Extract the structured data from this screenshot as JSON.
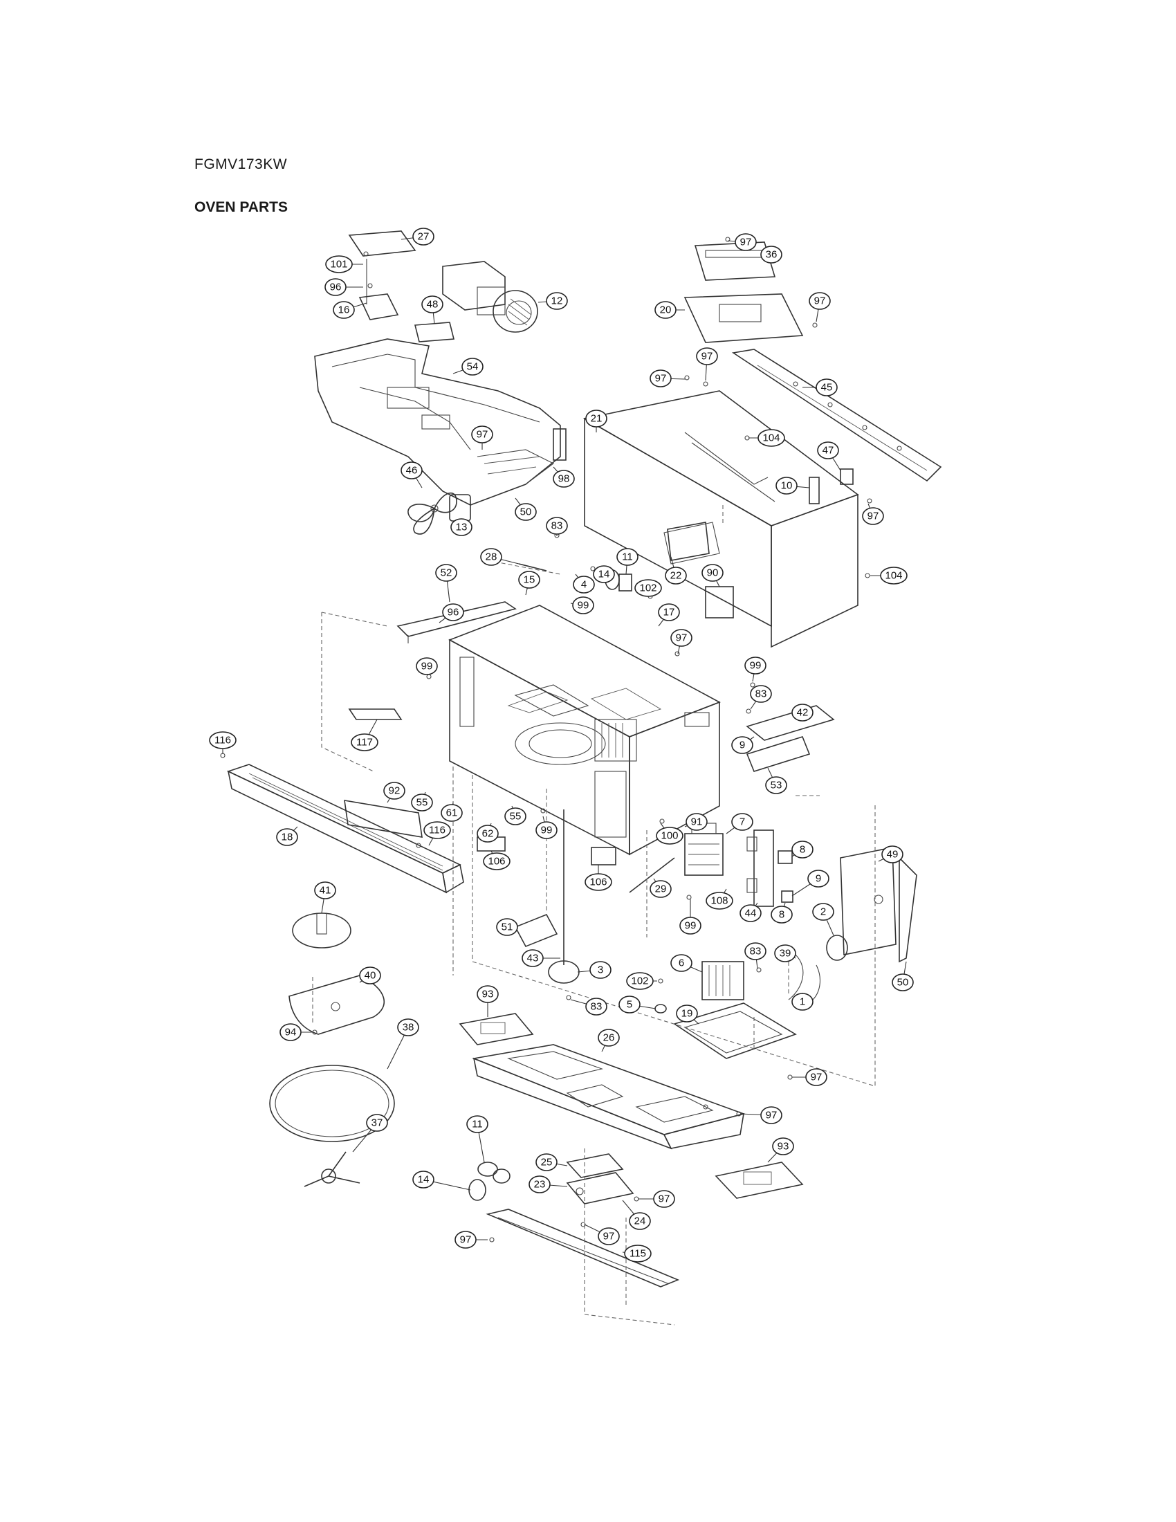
{
  "header": {
    "model": "FGMV173KW",
    "section": "OVEN PARTS"
  },
  "callouts": [
    {
      "id": "c-27",
      "label": "27"
    },
    {
      "id": "c-101",
      "label": "101"
    },
    {
      "id": "c-96a",
      "label": "96"
    },
    {
      "id": "c-16",
      "label": "16"
    },
    {
      "id": "c-48",
      "label": "48"
    },
    {
      "id": "c-12",
      "label": "12"
    },
    {
      "id": "c-54",
      "label": "54"
    },
    {
      "id": "c-97a",
      "label": "97"
    },
    {
      "id": "c-98",
      "label": "98"
    },
    {
      "id": "c-46",
      "label": "46"
    },
    {
      "id": "c-13",
      "label": "13"
    },
    {
      "id": "c-50a",
      "label": "50"
    },
    {
      "id": "c-83a",
      "label": "83"
    },
    {
      "id": "c-28",
      "label": "28"
    },
    {
      "id": "c-14a",
      "label": "14"
    },
    {
      "id": "c-11a",
      "label": "11"
    },
    {
      "id": "c-4",
      "label": "4"
    },
    {
      "id": "c-15",
      "label": "15"
    },
    {
      "id": "c-99a",
      "label": "99"
    },
    {
      "id": "c-52",
      "label": "52"
    },
    {
      "id": "c-96b",
      "label": "96"
    },
    {
      "id": "c-102a",
      "label": "102"
    },
    {
      "id": "c-17",
      "label": "17"
    },
    {
      "id": "c-22",
      "label": "22"
    },
    {
      "id": "c-90",
      "label": "90"
    },
    {
      "id": "c-97b",
      "label": "97"
    },
    {
      "id": "c-99b",
      "label": "99"
    },
    {
      "id": "c-117",
      "label": "117"
    },
    {
      "id": "c-99c",
      "label": "99"
    },
    {
      "id": "c-83b",
      "label": "83"
    },
    {
      "id": "c-42",
      "label": "42"
    },
    {
      "id": "c-9a",
      "label": "9"
    },
    {
      "id": "c-53",
      "label": "53"
    },
    {
      "id": "c-116a",
      "label": "116"
    },
    {
      "id": "c-55a",
      "label": "55"
    },
    {
      "id": "c-61",
      "label": "61"
    },
    {
      "id": "c-92",
      "label": "92"
    },
    {
      "id": "c-62",
      "label": "62"
    },
    {
      "id": "c-55b",
      "label": "55"
    },
    {
      "id": "c-99d",
      "label": "99"
    },
    {
      "id": "c-18",
      "label": "18"
    },
    {
      "id": "c-116b",
      "label": "116"
    },
    {
      "id": "c-106a",
      "label": "106"
    },
    {
      "id": "c-106b",
      "label": "106"
    },
    {
      "id": "c-91",
      "label": "91"
    },
    {
      "id": "c-100",
      "label": "100"
    },
    {
      "id": "c-7",
      "label": "7"
    },
    {
      "id": "c-8a",
      "label": "8"
    },
    {
      "id": "c-49",
      "label": "49"
    },
    {
      "id": "c-9b",
      "label": "9"
    },
    {
      "id": "c-29",
      "label": "29"
    },
    {
      "id": "c-108",
      "label": "108"
    },
    {
      "id": "c-44",
      "label": "44"
    },
    {
      "id": "c-8b",
      "label": "8"
    },
    {
      "id": "c-2",
      "label": "2"
    },
    {
      "id": "c-41",
      "label": "41"
    },
    {
      "id": "c-51",
      "label": "51"
    },
    {
      "id": "c-99e",
      "label": "99"
    },
    {
      "id": "c-39",
      "label": "39"
    },
    {
      "id": "c-83c",
      "label": "83"
    },
    {
      "id": "c-43",
      "label": "43"
    },
    {
      "id": "c-3",
      "label": "3"
    },
    {
      "id": "c-6",
      "label": "6"
    },
    {
      "id": "c-50b",
      "label": "50"
    },
    {
      "id": "c-1",
      "label": "1"
    },
    {
      "id": "c-40",
      "label": "40"
    },
    {
      "id": "c-93a",
      "label": "93"
    },
    {
      "id": "c-102b",
      "label": "102"
    },
    {
      "id": "c-5",
      "label": "5"
    },
    {
      "id": "c-83d",
      "label": "83"
    },
    {
      "id": "c-19",
      "label": "19"
    },
    {
      "id": "c-94",
      "label": "94"
    },
    {
      "id": "c-38",
      "label": "38"
    },
    {
      "id": "c-26",
      "label": "26"
    },
    {
      "id": "c-97c",
      "label": "97"
    },
    {
      "id": "c-97d",
      "label": "97"
    },
    {
      "id": "c-37",
      "label": "37"
    },
    {
      "id": "c-11b",
      "label": "11"
    },
    {
      "id": "c-25",
      "label": "25"
    },
    {
      "id": "c-93b",
      "label": "93"
    },
    {
      "id": "c-14b",
      "label": "14"
    },
    {
      "id": "c-23",
      "label": "23"
    },
    {
      "id": "c-97e",
      "label": "97"
    },
    {
      "id": "c-24",
      "label": "24"
    },
    {
      "id": "c-97f",
      "label": "97"
    },
    {
      "id": "c-97g",
      "label": "97"
    },
    {
      "id": "c-115",
      "label": "115"
    },
    {
      "id": "c-97h",
      "label": "97"
    },
    {
      "id": "c-36",
      "label": "36"
    },
    {
      "id": "c-20",
      "label": "20"
    },
    {
      "id": "c-97i",
      "label": "97"
    },
    {
      "id": "c-97j",
      "label": "97"
    },
    {
      "id": "c-97k",
      "label": "97"
    },
    {
      "id": "c-45",
      "label": "45"
    },
    {
      "id": "c-21",
      "label": "21"
    },
    {
      "id": "c-104a",
      "label": "104"
    },
    {
      "id": "c-47",
      "label": "47"
    },
    {
      "id": "c-10",
      "label": "10"
    },
    {
      "id": "c-97l",
      "label": "97"
    },
    {
      "id": "c-104b",
      "label": "104"
    }
  ]
}
